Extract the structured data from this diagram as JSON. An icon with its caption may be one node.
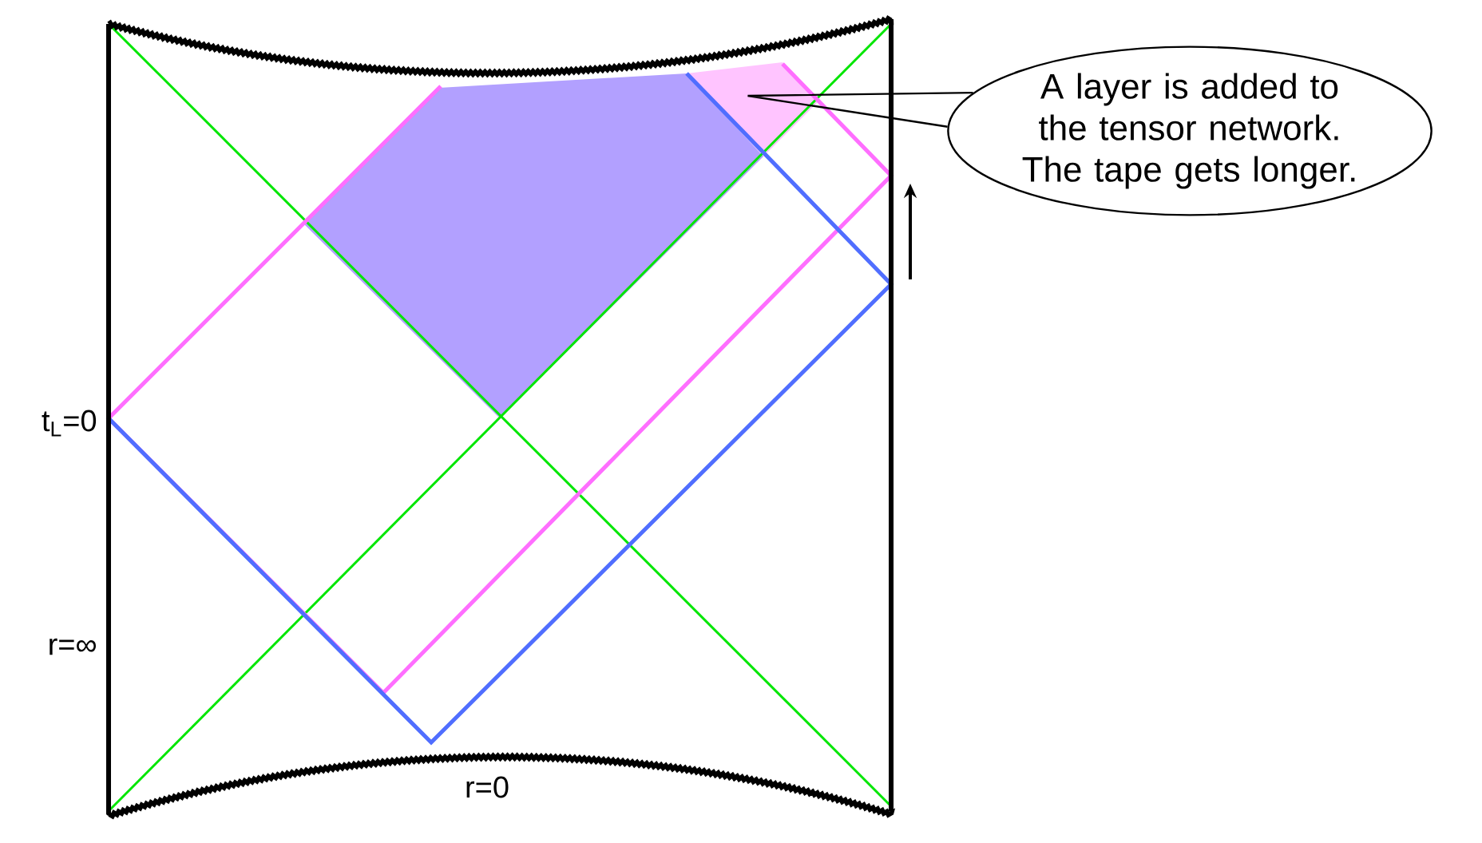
{
  "diagram": {
    "nodes": [
      {
        "text": [
          "A layer is added to the tensor network. The tape gets longer."
        ]
      },
      {
        "text": [],
        "shape": "polygon"
      }
    ],
    "edges": [
      {
        "from": 0,
        "to": 1,
        "arrow": "none"
      }
    ],
    "labels": [
      "t$_{L}$=0",
      "r=∞",
      "r=0"
    ]
  }
}
